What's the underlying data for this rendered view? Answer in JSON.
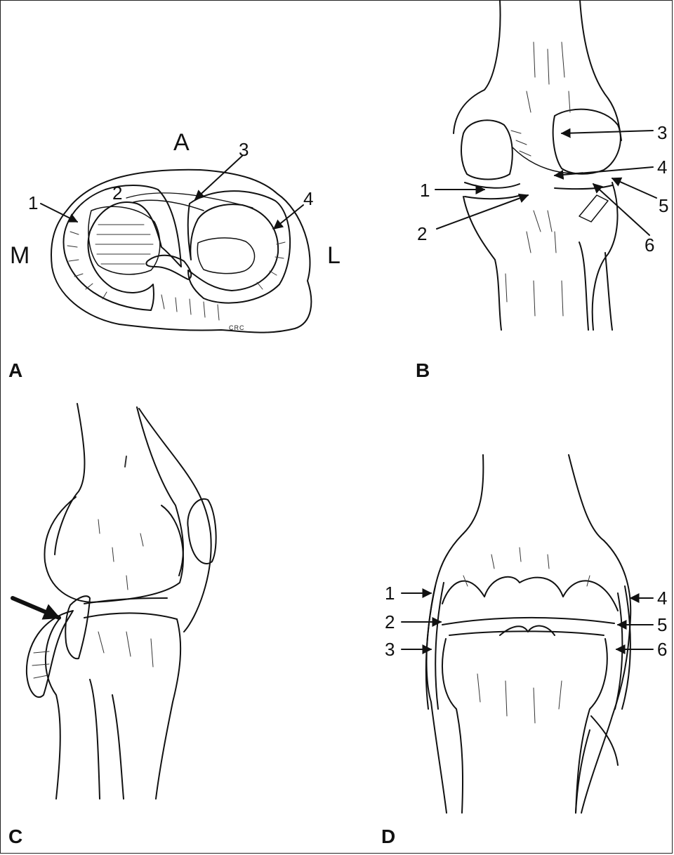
{
  "panel_a": {
    "letter": "A",
    "numbers": [
      "1",
      "2",
      "3",
      "4"
    ],
    "orient": {
      "anterior": "A",
      "medial": "M",
      "lateral": "L"
    },
    "signature": "CRC"
  },
  "panel_b": {
    "letter": "B",
    "numbers": [
      "1",
      "2",
      "3",
      "4",
      "5",
      "6"
    ]
  },
  "panel_c": {
    "letter": "C"
  },
  "panel_d": {
    "letter": "D",
    "numbers": [
      "1",
      "2",
      "3",
      "4",
      "5",
      "6"
    ]
  },
  "colors": {
    "ink": "#111111",
    "paper": "#ffffff"
  }
}
